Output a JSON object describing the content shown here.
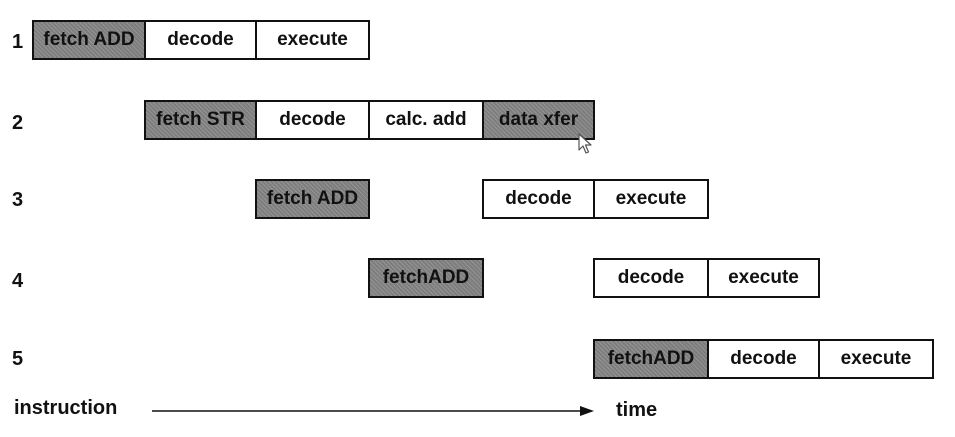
{
  "rows": [
    {
      "num": "1",
      "stages": [
        {
          "label": "fetch ADD",
          "shaded": true
        },
        {
          "label": "decode",
          "shaded": false
        },
        {
          "label": "execute",
          "shaded": false
        }
      ]
    },
    {
      "num": "2",
      "stages": [
        {
          "label": "fetch STR",
          "shaded": true
        },
        {
          "label": "decode",
          "shaded": false
        },
        {
          "label": "calc. add",
          "shaded": false
        },
        {
          "label": "data xfer",
          "shaded": true
        }
      ]
    },
    {
      "num": "3",
      "stages": [
        {
          "label": "fetch ADD",
          "shaded": true
        },
        {
          "label": "decode",
          "shaded": false
        },
        {
          "label": "execute",
          "shaded": false
        }
      ]
    },
    {
      "num": "4",
      "stages": [
        {
          "label": "fetchADD",
          "shaded": true
        },
        {
          "label": "decode",
          "shaded": false
        },
        {
          "label": "execute",
          "shaded": false
        }
      ]
    },
    {
      "num": "5",
      "stages": [
        {
          "label": "fetchADD",
          "shaded": true
        },
        {
          "label": "decode",
          "shaded": false
        },
        {
          "label": "execute",
          "shaded": false
        }
      ]
    }
  ],
  "axis": {
    "start_label": "instruction",
    "end_label": "time"
  },
  "colors": {
    "shaded": "#7d7d7d",
    "border": "#111111"
  }
}
